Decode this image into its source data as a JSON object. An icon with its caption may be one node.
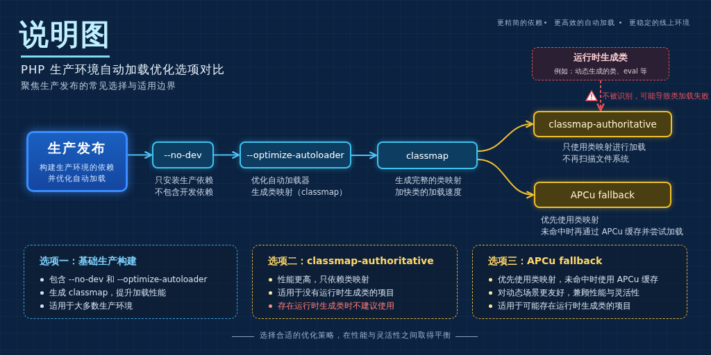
{
  "diagram": {
    "title": "说明图",
    "nodes": [
      {
        "text": [
          "生产发布",
          "构建生产环境的依赖并优化自动加载"
        ]
      },
      {
        "text": [
          "--no-dev"
        ],
        "beside": [
          "只安装生产依赖",
          "不包含开发依赖"
        ]
      },
      {
        "text": [
          "--optimize-autoloader"
        ],
        "beside": [
          "优化自动加载器",
          "生成类映射（classmap）"
        ]
      },
      {
        "text": [
          "classmap"
        ],
        "beside": [
          "生成完整的类映射",
          "加快类的加载速度"
        ]
      },
      {
        "text": [
          "运行时生成类",
          "例如：动态生成的类、eval 等"
        ]
      },
      {
        "text": [
          "classmap-authoritative"
        ],
        "beside": [
          "只使用类映射进行加载",
          "不再扫描文件系统"
        ]
      },
      {
        "text": [
          "APCu fallback"
        ],
        "beside": [
          "优先使用类映射",
          "未命中时再通过 APCu 缓存并尝试加载"
        ]
      },
      {
        "text": [
          "选项一：基础生产构建",
          "包含 --no-dev 和 --optimize-autoloader",
          "生成 classmap，提升加载性能",
          "适用于大多数生产环境"
        ]
      },
      {
        "text": [
          "选项二：classmap-authoritative",
          "性能更高，只依赖类映射",
          "适用于没有运行时生成类的项目",
          "存在运行时生成类时不建议使用"
        ]
      },
      {
        "text": [
          "选项三：APCu fallback",
          "优先使用类映射，未命中时使用 APCu 缓存",
          "对动态场景更友好，兼顾性能与灵活性",
          "适用于可能存在运行时生成类的项目"
        ]
      }
    ],
    "edges": [
      {
        "from": 0,
        "to": 1,
        "arrow": "to"
      },
      {
        "from": 1,
        "to": 2,
        "arrow": "to"
      },
      {
        "from": 2,
        "to": 3,
        "arrow": "to"
      },
      {
        "from": 3,
        "to": 5,
        "arrow": "to",
        "color": "#f2c12e"
      },
      {
        "from": 3,
        "to": 6,
        "arrow": "to",
        "color": "#f2c12e"
      },
      {
        "from": 4,
        "to": 5,
        "arrow": "to",
        "style": "dashed",
        "color": "#e8505b",
        "label": "不被识别，可能导致类加载失败"
      }
    ],
    "labels": [
      "更精简的依赖",
      "更高效的自动加载",
      "更稳定的线上环境",
      "PHP 生产环境自动加载优化选项对比",
      "聚焦生产发布的常见选择与适用边界",
      "选择合适的优化策略，在性能与灵活性之间取得平衡"
    ]
  }
}
